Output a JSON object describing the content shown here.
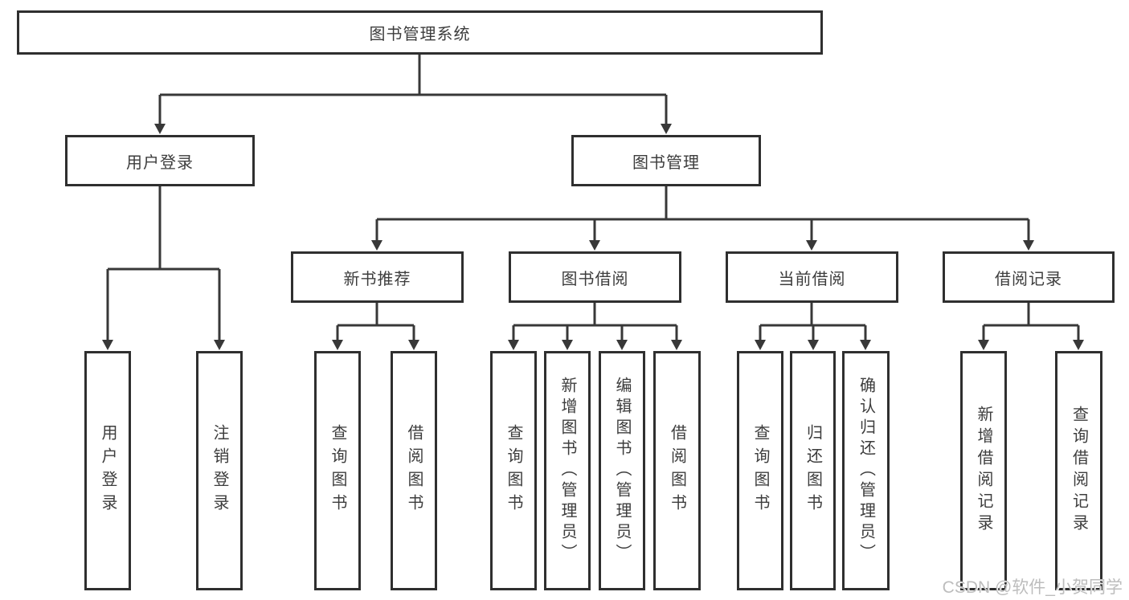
{
  "diagram": {
    "title": "图书管理系统",
    "type": "hierarchy-tree",
    "colors": {
      "line": "#383838",
      "box_border": "#2f2f2f",
      "box_bg": "#ffffff",
      "text": "#3d3d3d",
      "watermark_text": "#bdbdbd"
    },
    "watermark": "CSDN @软件_小贺同学",
    "nodes": {
      "root": "图书管理系统",
      "user_login": "用户登录",
      "book_mgmt": "图书管理",
      "new_book_rec": "新书推荐",
      "book_borrow": "图书借阅",
      "current_borrow": "当前借阅",
      "borrow_records": "借阅记录",
      "leaf_user_login": "用户登录",
      "leaf_logout": "注销登录",
      "leaf_query_book_1": "查询图书",
      "leaf_borrow_book_1": "借阅图书",
      "leaf_query_book_2": "查询图书",
      "leaf_add_book": "新增图书（管理员）",
      "leaf_edit_book": "编辑图书（管理员）",
      "leaf_borrow_book_2": "借阅图书",
      "leaf_query_book_3": "查询图书",
      "leaf_return_book": "归还图书",
      "leaf_confirm_return": "确认归还（管理员）",
      "leaf_add_borrow_record": "新增借阅记录",
      "leaf_query_borrow_record": "查询借阅记录"
    },
    "structure": {
      "图书管理系统": {
        "用户登录": [
          "用户登录",
          "注销登录"
        ],
        "图书管理": {
          "新书推荐": [
            "查询图书",
            "借阅图书"
          ],
          "图书借阅": [
            "查询图书",
            "新增图书（管理员）",
            "编辑图书（管理员）",
            "借阅图书"
          ],
          "当前借阅": [
            "查询图书",
            "归还图书",
            "确认归还（管理员）"
          ],
          "借阅记录": [
            "新增借阅记录",
            "查询借阅记录"
          ]
        }
      }
    }
  }
}
